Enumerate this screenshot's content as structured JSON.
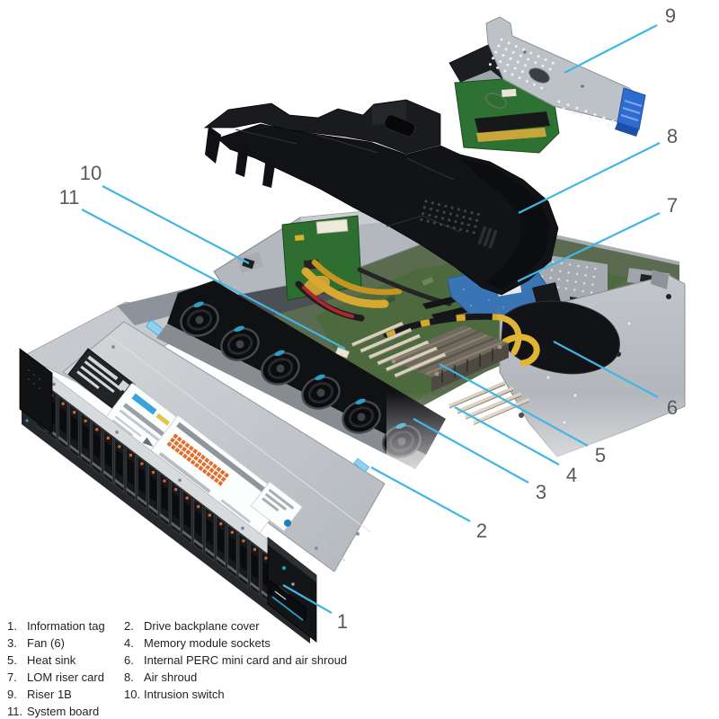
{
  "figure": {
    "type": "exploded-diagram",
    "subject": "Server chassis interior exploded view with numbered callouts",
    "callouts": [
      {
        "num": "1",
        "points_to": "Information tag"
      },
      {
        "num": "2",
        "points_to": "Drive backplane cover"
      },
      {
        "num": "3",
        "points_to": "Fan (6)"
      },
      {
        "num": "4",
        "points_to": "Memory module sockets"
      },
      {
        "num": "5",
        "points_to": "Heat sink"
      },
      {
        "num": "6",
        "points_to": "Internal PERC mini card and air shroud"
      },
      {
        "num": "7",
        "points_to": "LOM riser card"
      },
      {
        "num": "8",
        "points_to": "Air shroud"
      },
      {
        "num": "9",
        "points_to": "Riser 1B"
      },
      {
        "num": "10",
        "points_to": "Intrusion switch"
      },
      {
        "num": "11",
        "points_to": "System board"
      }
    ],
    "colors": {
      "callout_line": "#41B6E6",
      "callout_number": "#58595B",
      "legend_text": "#1F2023",
      "background": "#FFFFFF"
    }
  },
  "legend": {
    "items": [
      {
        "num": "1.",
        "label": "Information tag"
      },
      {
        "num": "2.",
        "label": "Drive backplane cover"
      },
      {
        "num": "3.",
        "label": "Fan (6)"
      },
      {
        "num": "4.",
        "label": "Memory module sockets"
      },
      {
        "num": "5.",
        "label": "Heat sink"
      },
      {
        "num": "6.",
        "label": "Internal PERC mini card and air shroud"
      },
      {
        "num": "7.",
        "label": "LOM riser card"
      },
      {
        "num": "8.",
        "label": "Air shroud"
      },
      {
        "num": "9.",
        "label": "Riser 1B"
      },
      {
        "num": "10.",
        "label": "Intrusion switch"
      },
      {
        "num": "11.",
        "label": "System board"
      }
    ]
  }
}
